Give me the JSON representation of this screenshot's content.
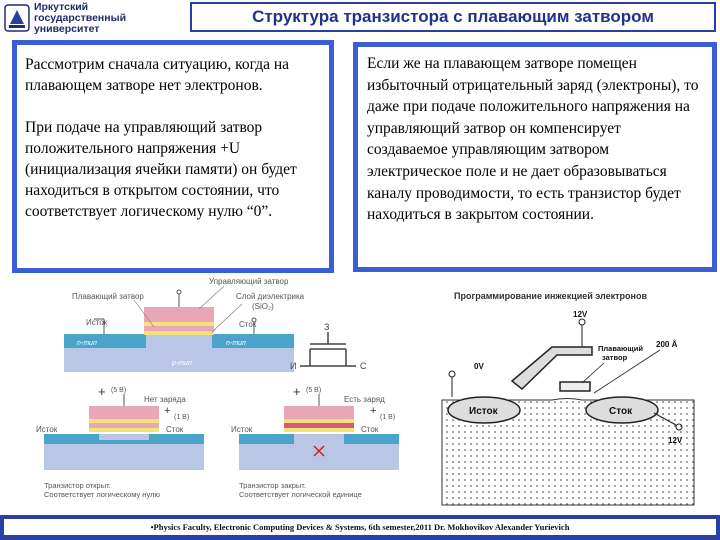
{
  "header": {
    "logo_line1": "Иркутский",
    "logo_line2": "государственный университет",
    "title": "Структура транзистора с плавающим затвором"
  },
  "panel_left": {
    "para1": "Рассмотрим сначала ситуацию, когда на плавающем затворе нет электронов.",
    "para2": "При подаче на управляющий затвор положительного напряжения +U (инициализация ячейки памяти) он будет находиться в открытом состоянии, что соответствует логическому нулю “0”."
  },
  "panel_right": {
    "text": "Если же на плавающем затворе помещен избыточный отрицательный заряд (электроны), то даже при подаче положительного напряжения на управляющий затвор он компенсирует создаваемое управляющим затвором электрическое поле и не дает образовываться каналу проводимости, то есть транзистор будет находиться в закрытом состоянии."
  },
  "diagram_left": {
    "control_gate": "Управляющий затвор",
    "floating_gate": "Плавающий затвор",
    "dielectric": "Слой диэлектрика",
    "dielectric_formula": "(SiO₂)",
    "source": "Исток",
    "drain": "Сток",
    "n_type": "n-тип",
    "p_type": "p-тип",
    "symbol_gate": "З",
    "symbol_source": "И",
    "symbol_drain": "С",
    "left_plus": "+",
    "left_voltage": "(5 В)",
    "left_drain_plus": "+",
    "left_drain_voltage": "(1 В)",
    "left_state": "Нет заряда",
    "left_source": "Исток",
    "left_drain": "Сток",
    "left_caption1": "Транзистор открыт.",
    "left_caption2": "Соответствует логическому нулю",
    "right_plus": "+",
    "right_voltage": "(5 В)",
    "right_drain_plus": "+",
    "right_drain_voltage": "(1 В)",
    "right_state": "Есть заряд",
    "right_source": "Исток",
    "right_drain": "Сток",
    "right_caption1": "Транзистор закрыт.",
    "right_caption2": "Соответствует логической единице"
  },
  "diagram_right": {
    "title": "Программирование инжекцией электронов",
    "v_gate": "12V",
    "v_source": "0V",
    "v_drain": "12V",
    "floating_gate_line1": "Плавающий",
    "floating_gate_line2": "затвор",
    "thickness": "200 Å",
    "source": "Исток",
    "drain": "Сток"
  },
  "footer": {
    "text": "•Physics Faculty, Electronic Computing Devices & Systems, 6th semester,2011 Dr. Mokhovikov Alexander Yurievich"
  },
  "colors": {
    "accent": "#2a3f9f",
    "panel_border": "#3b5ed6",
    "n_region": "#4aa3c8",
    "p_region": "#b9c6e6",
    "gate_pink": "#e8a6b6",
    "dielectric_yellow": "#f3e27a"
  }
}
